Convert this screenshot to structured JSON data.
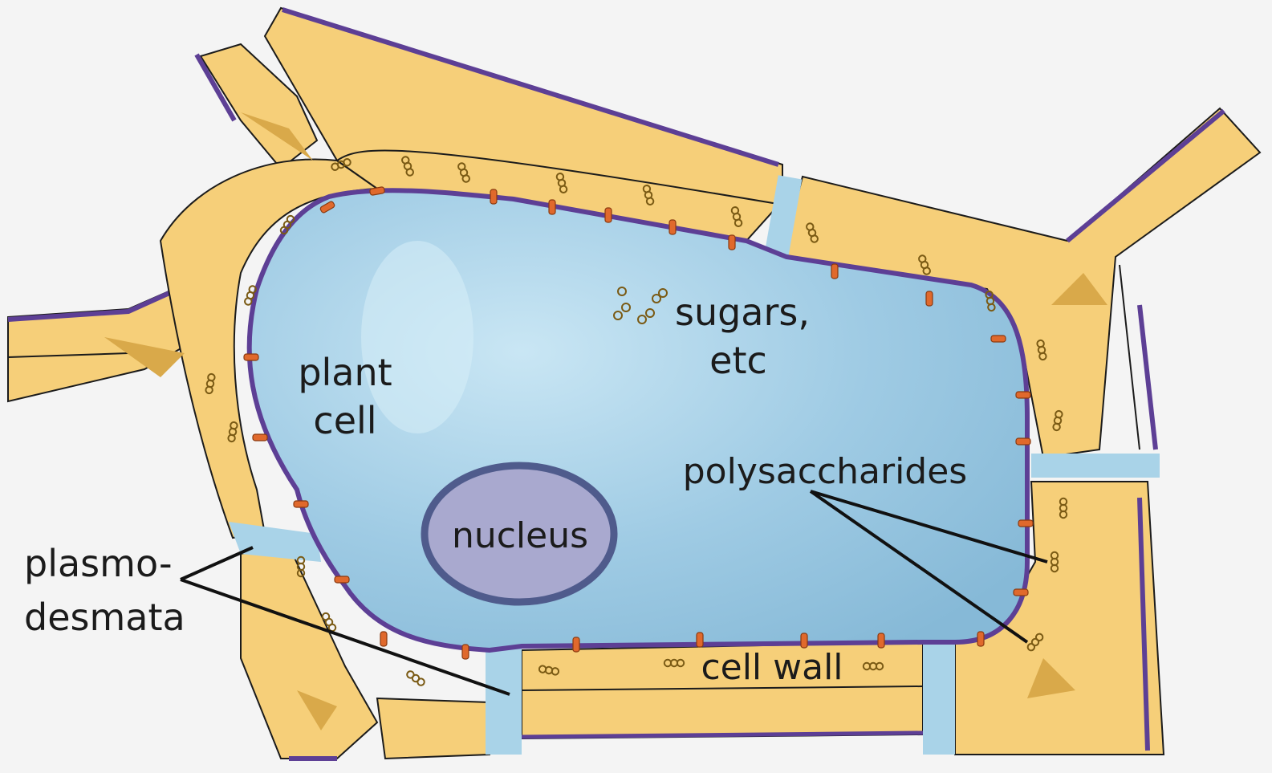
{
  "labels": {
    "plant_cell_1": "plant",
    "plant_cell_2": "cell",
    "sugars_1": "sugars,",
    "sugars_2": "etc",
    "polysaccharides": "polysaccharides",
    "nucleus": "nucleus",
    "plasmodesmata_1": "plasmo-",
    "plasmodesmata_2": "desmata",
    "cell_wall": "cell wall"
  },
  "colors": {
    "wall_fill": "#f6cf79",
    "wall_shadow": "#d9a94a",
    "membrane": "#5d3f95",
    "cytoplasm": "#a9d3e8",
    "cytoplasm_dark": "#7fb4d4",
    "nucleus_fill": "#a9a9cf",
    "nucleus_ring": "#4f5b8c",
    "channel": "#d4a43c",
    "outline": "#1b1b1b",
    "background": "#f4f4f4"
  },
  "icons": [
    "polysaccharide-bead-icon",
    "sugar-molecule-icon",
    "membrane-channel-icon"
  ]
}
